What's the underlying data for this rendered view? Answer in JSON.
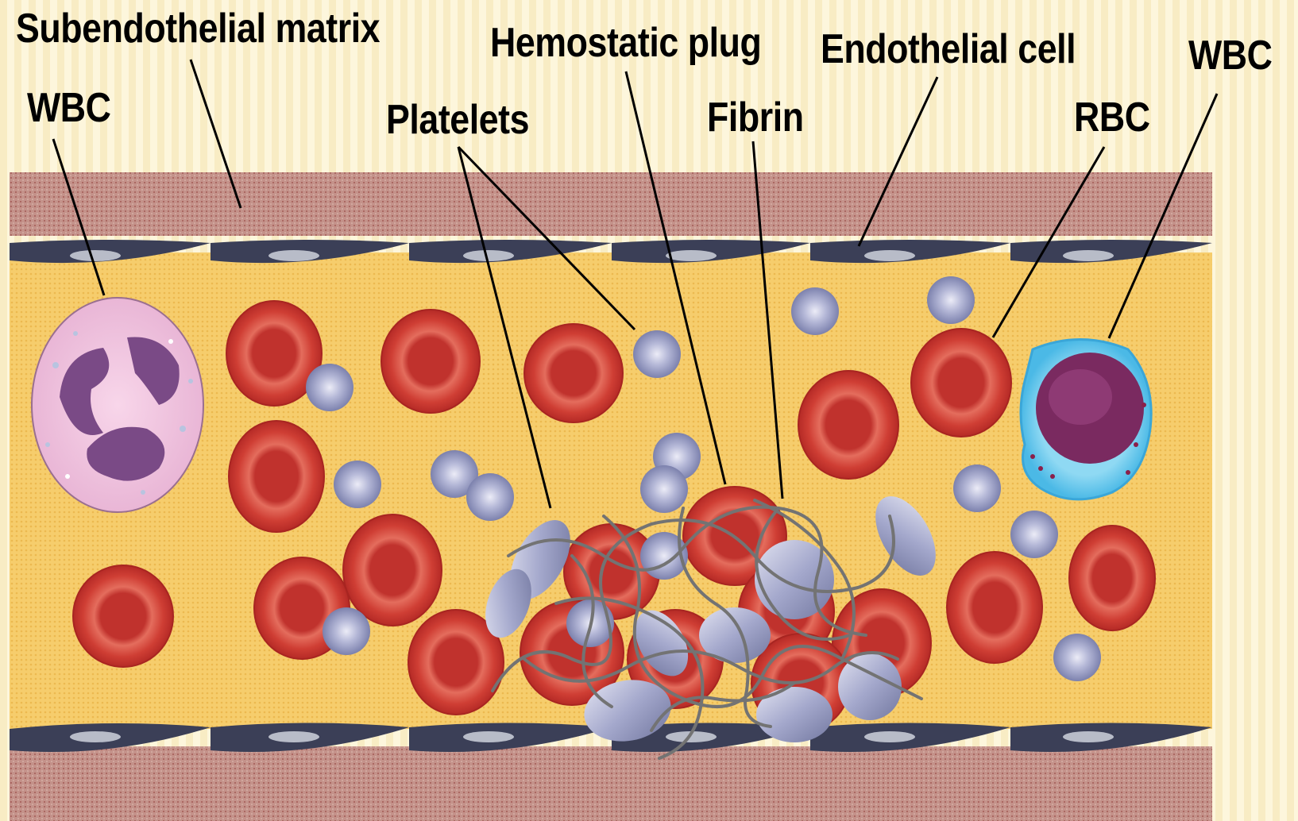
{
  "labels": {
    "subendothelial_matrix": "Subendothelial matrix",
    "wbc_left": "WBC",
    "platelets": "Platelets",
    "hemostatic_plug": "Hemostatic plug",
    "fibrin": "Fibrin",
    "endothelial_cell": "Endothelial cell",
    "rbc": "RBC",
    "wbc_right": "WBC"
  },
  "colors": {
    "background": "#f8ecc4",
    "vessel_wall": "#b9807a",
    "plasma": "#f2c45f",
    "endothelium": "#3b3f57",
    "rbc": "#c8342e",
    "platelet": "#8f94bd",
    "fibrin": "#6e6e6e",
    "neutrophil": "#f4c6e0",
    "lymphocyte": "#7fd3f0"
  }
}
